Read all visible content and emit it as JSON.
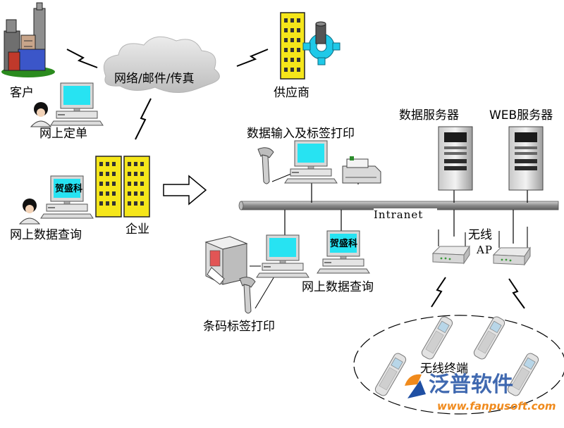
{
  "labels": {
    "customer": "客户",
    "network_mail_fax": "网络/邮件/传真",
    "supplier": "供应商",
    "online_order": "网上定单",
    "data_server": "数据服务器",
    "web_server": "WEB服务器",
    "data_input_label_print": "数据输入及标签打印",
    "online_query_left": "网上数据查询",
    "enterprise": "企业",
    "intranet": "Intranet",
    "wireless_ap_line1": "无线",
    "wireless_ap_line2": "AP",
    "online_query_center": "网上数据查询",
    "barcode_label_print": "条码标签打印",
    "wireless_terminal": "无线终端"
  },
  "screen_text": {
    "left_monitor": "贺盛科",
    "center_monitor": "贺盛科"
  },
  "watermark": {
    "brand": "泛普软件",
    "url": "www.fanpusoft.com"
  },
  "colors": {
    "building_yellow": "#f5e61a",
    "screen_cyan": "#27e3f2",
    "gear_cyan": "#1fc9e8",
    "cloud_gray": "#d9d9d9",
    "backbone_gray": "#9a9a9a",
    "watermark_blue": "#1f4fa3",
    "watermark_orange": "#f08a1c"
  }
}
